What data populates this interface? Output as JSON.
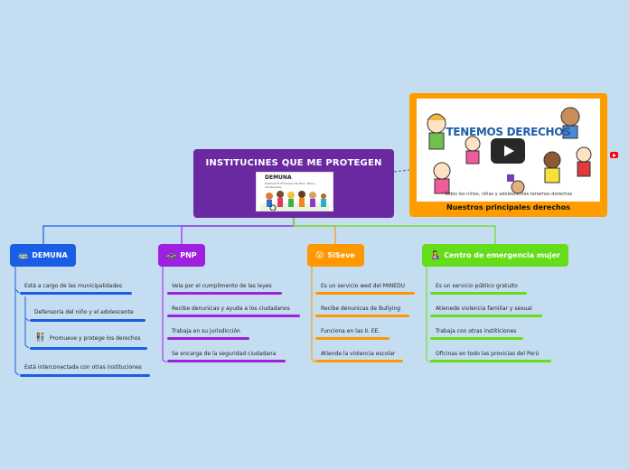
{
  "central": {
    "title": "INSTITUCINES QUE ME PROTEGEN",
    "image_title": "DEMUNA",
    "image_subtitle": "Defensoría Municipal del Niño, Niña y Adolescente"
  },
  "video": {
    "caption": "Nuestros principales derechos",
    "image_heading": "TENEMOS DERECHOS",
    "image_text": "Todos los niños, niñas y adolescentes tenemos derechos",
    "play_icon": "play-button-icon",
    "link_icon": "youtube-icon"
  },
  "colors": {
    "background": "#c5ddf1",
    "central": "#6a29a0",
    "demuna": "#1a5ee5",
    "pnp": "#a020e0",
    "siseve": "#ff9800",
    "cem": "#66dd1a",
    "video_frame": "#ff9c00"
  },
  "branches": {
    "demuna": {
      "label": "DEMUNA",
      "icon": "🚌",
      "leaves": [
        "Está a cargo de las municipalidades",
        "Defensoría del niño  y el adolescente",
        "Promueve y protege los derechos",
        "Está interconectada con otras instituciones"
      ],
      "leaf_icon": "👫"
    },
    "pnp": {
      "label": "PNP",
      "icon": "🚓",
      "leaves": [
        "Vela por el cumplimento de las leyes",
        "Recibe denunicas y ayuda a los ciudadanos",
        "Trabaja en su jurisdicción",
        "Se encarga de la seguridad ciudadana"
      ]
    },
    "siseve": {
      "label": "SiSeve",
      "icon": "😮",
      "leaves": [
        "Es un servicio wed del MINEDU",
        "Recibe denunicas de Bullying",
        "Funciona en las II. EE.",
        "Atiende la violencia escolar"
      ]
    },
    "cem": {
      "label": "Centro de emergencia mujer",
      "icon": "🤱",
      "leaves": [
        "Es un servicio público gratuito",
        "Atienede violencia familiar y sexual",
        "Trabaja con otras institiciones",
        "Oficinas en todo las provicias del Perú"
      ]
    }
  }
}
